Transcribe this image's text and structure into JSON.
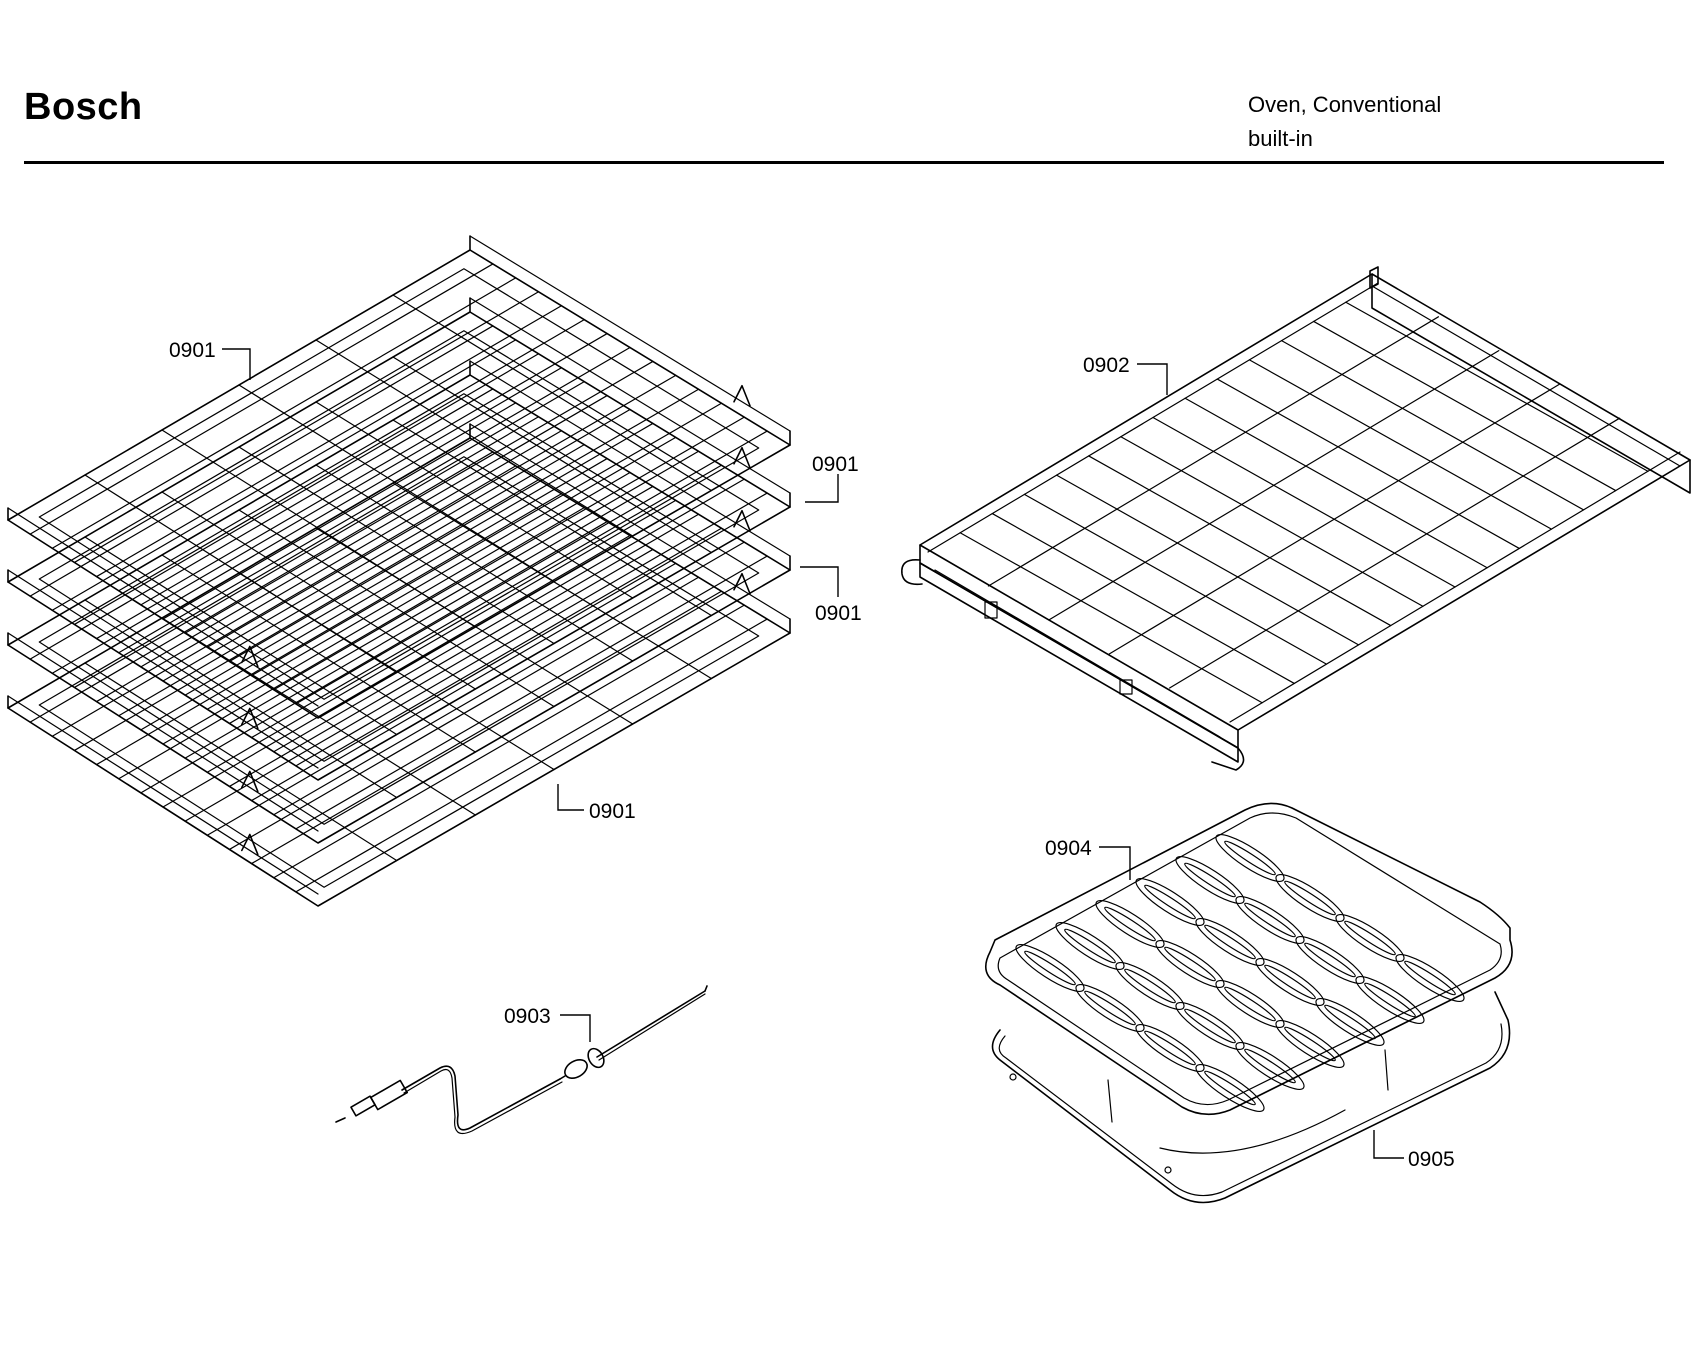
{
  "header": {
    "brand": "Bosch",
    "product_line1": "Oven, Conventional",
    "product_line2": "built-in"
  },
  "callouts": {
    "rack_top": "0901",
    "rack_2": "0901",
    "rack_3": "0901",
    "rack_bottom": "0901",
    "telescopic_rack": "0902",
    "meat_probe": "0903",
    "broil_grid": "0904",
    "broil_pan": "0905"
  }
}
